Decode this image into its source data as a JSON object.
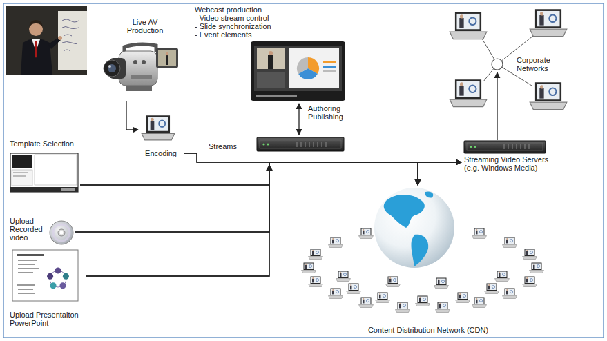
{
  "diagram": {
    "nodes": [
      {
        "text": [
          "Live AV Production"
        ]
      },
      {
        "text": [
          "Webcast production",
          "- Video stream control",
          "- Slide synchronization",
          "- Event elements"
        ]
      },
      {
        "text": [
          "Corporate Networks"
        ]
      },
      {
        "text": [
          "Encoding"
        ]
      },
      {
        "text": [
          "Streaming Video Servers (e.g. Windows Media)"
        ]
      },
      {
        "text": [
          "Template Selection"
        ]
      },
      {
        "text": [
          "Upload Recorded video"
        ]
      },
      {
        "text": [
          "Upload Presentaiton PowerPoint"
        ]
      },
      {
        "text": [
          "Content Distribution Network (CDN)"
        ]
      }
    ],
    "edges": [
      {
        "from": 0,
        "to": 3,
        "arrow": "to"
      },
      {
        "from": 3,
        "to": 4,
        "label": "Streams",
        "arrow": "to"
      },
      {
        "from": 3,
        "to": 8,
        "arrow": "to"
      },
      {
        "from": 5,
        "to": 4,
        "arrow": "to"
      },
      {
        "from": 5,
        "to": 8,
        "arrow": "to"
      },
      {
        "from": 6,
        "to": 4,
        "arrow": "to"
      },
      {
        "from": 6,
        "to": 8,
        "arrow": "to"
      },
      {
        "from": 7,
        "to": 4,
        "arrow": "to"
      },
      {
        "from": 7,
        "to": 8,
        "arrow": "to"
      },
      {
        "from": 4,
        "to": 2,
        "arrow": "to"
      }
    ],
    "labels": [
      "Authoring Publishing"
    ]
  }
}
